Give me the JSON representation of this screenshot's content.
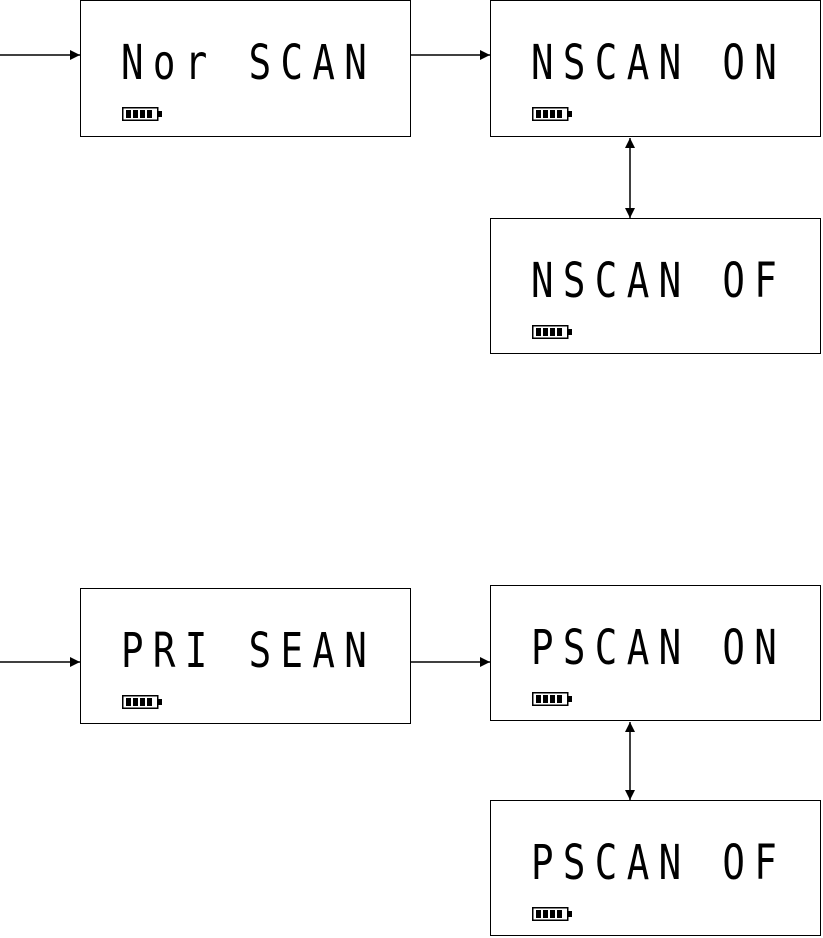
{
  "colors": {
    "line": "#000000",
    "background": "#ffffff"
  },
  "displays": [
    {
      "id": "nor-scan",
      "text": "Nor SCAN"
    },
    {
      "id": "nscan-on",
      "text": "NSCAN ON"
    },
    {
      "id": "nscan-of",
      "text": "NSCAN OF"
    },
    {
      "id": "pri-scan",
      "text": "PRI SEAN"
    },
    {
      "id": "pscan-on",
      "text": "PSCAN ON"
    },
    {
      "id": "pscan-of",
      "text": "PSCAN OF"
    }
  ],
  "battery_icon": "battery-full-icon"
}
